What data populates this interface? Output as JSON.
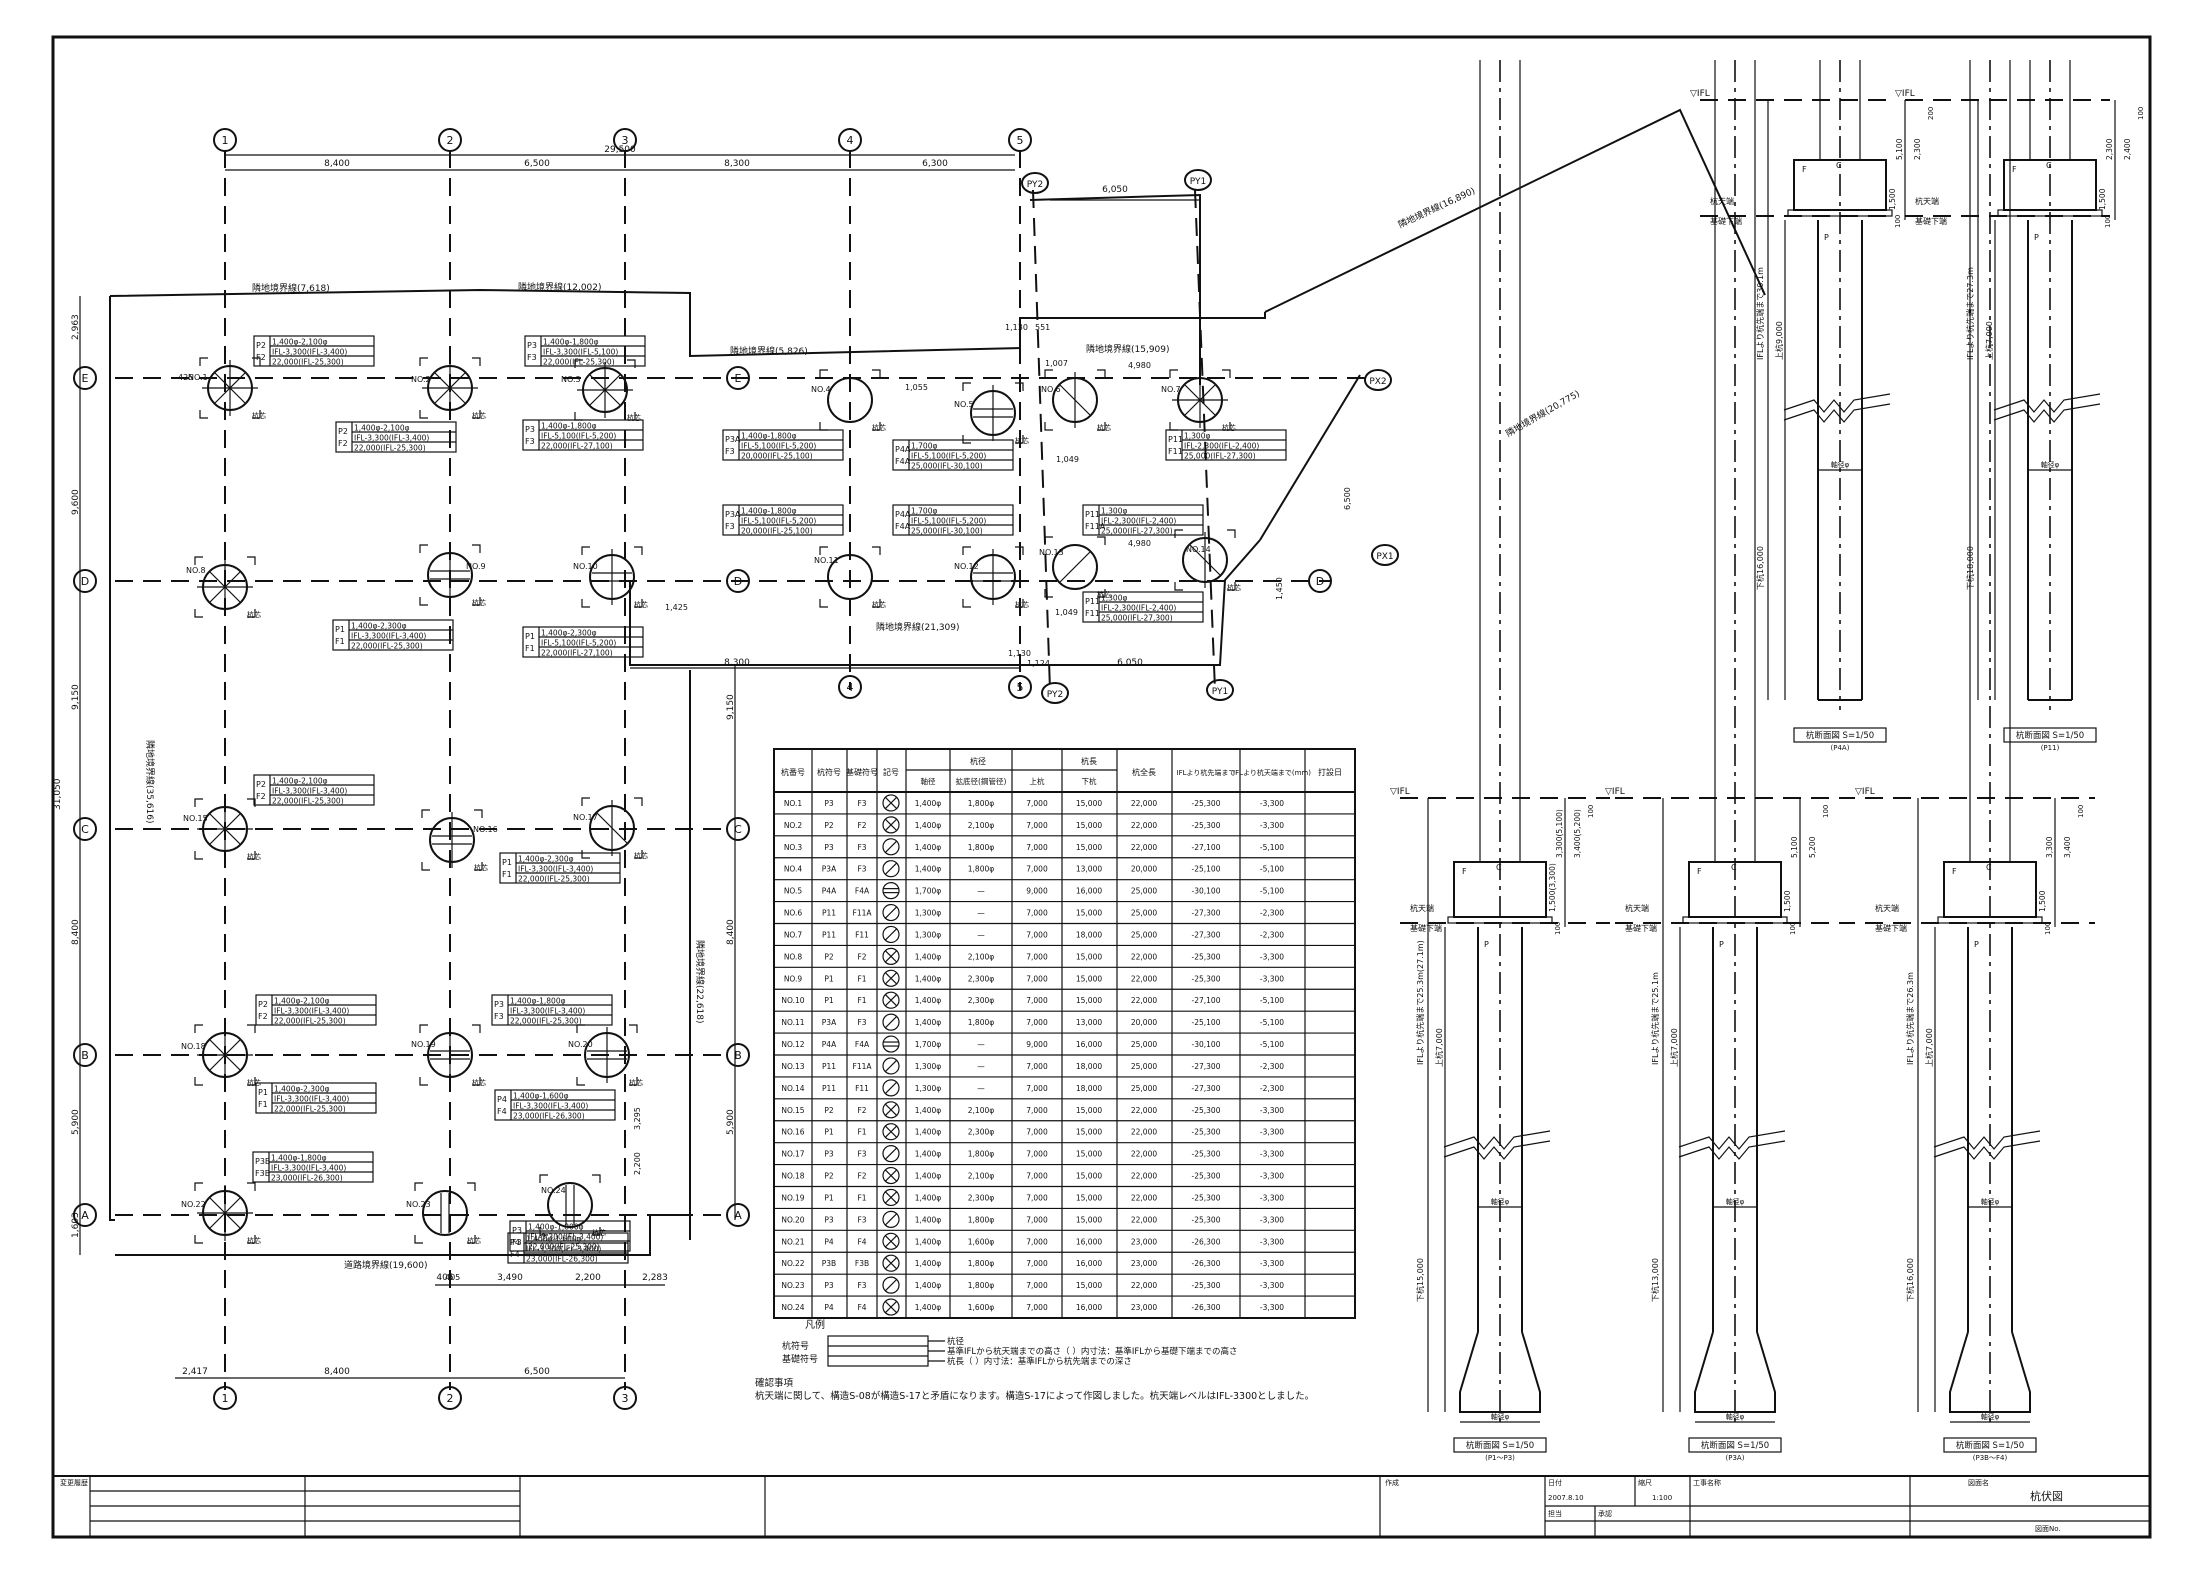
{
  "grid": {
    "columns_top": [
      "1",
      "2",
      "3",
      "4",
      "5"
    ],
    "columns_bottom": [
      "1",
      "2",
      "3",
      "4",
      "5",
      "1",
      "2",
      "3"
    ],
    "rows": [
      "E",
      "D",
      "C",
      "B",
      "A"
    ],
    "py_labels": [
      "PY2",
      "PY1",
      "PY2",
      "PY1"
    ],
    "px_labels": [
      "PX2",
      "PX1"
    ],
    "dims_top": [
      "8,400",
      "6,500",
      "8,300",
      "6,300"
    ],
    "dim_top_total": "29,500",
    "dims_mid": [
      "8,300",
      "6,050"
    ],
    "dims_bottom": [
      "2,417",
      "8,400",
      "6,500"
    ],
    "dims_bottom2": [
      "405",
      "3,490",
      "2,200",
      "2,283"
    ],
    "dims_left": [
      "2,963",
      "9,600",
      "9,150",
      "8,400",
      "5,900",
      "1,603"
    ],
    "dim_left_total": "31,050",
    "dims_right": [
      "9,150",
      "8,400",
      "5,900"
    ],
    "py_dim": "6,050",
    "misc_dims": [
      "1,130",
      "551",
      "4,980",
      "1,007",
      "4,980",
      "1,049",
      "1,049",
      "1,124",
      "1,130",
      "1,425",
      "1,055",
      "6,500",
      "3,295",
      "2,200",
      "1,450",
      "405",
      "425"
    ]
  },
  "boundaries": {
    "b1": "隣地境界線(7,618)",
    "b2": "隣地境界線(12,002)",
    "b3": "隣地境界線(5,826)",
    "b4": "隣地境界線(15,909)",
    "b5": "隣地境界線(16,890)",
    "b6": "隣地境界線(20,775)",
    "b7": "隣地境界線(21,309)",
    "b8": "道路境界線(19,600)",
    "b9": "隣地境界線(35,616)",
    "b10": "隣地境界線(22,618)"
  },
  "piles": [
    {
      "no": "NO.1"
    },
    {
      "no": "NO.2"
    },
    {
      "no": "NO.3"
    },
    {
      "no": "NO.4"
    },
    {
      "no": "NO.5"
    },
    {
      "no": "NO.6"
    },
    {
      "no": "NO.7"
    },
    {
      "no": "NO.8"
    },
    {
      "no": "NO.9"
    },
    {
      "no": "NO.10"
    },
    {
      "no": "NO.11"
    },
    {
      "no": "NO.12"
    },
    {
      "no": "NO.13"
    },
    {
      "no": "NO.14"
    },
    {
      "no": "NO.15"
    },
    {
      "no": "NO.16"
    },
    {
      "no": "NO.17"
    },
    {
      "no": "NO.18"
    },
    {
      "no": "NO.19"
    },
    {
      "no": "NO.20"
    },
    {
      "no": "NO.22"
    },
    {
      "no": "NO.23"
    },
    {
      "no": "NO.24"
    }
  ],
  "pile_center_mark": "杭芯",
  "spec_boxes": [
    {
      "p": "P2",
      "f": "F2",
      "l1": "1,400φ-2,100φ",
      "l2": "IFL-3,300(IFL-3,400)",
      "l3": "22,000(IFL-25,300)"
    },
    {
      "p": "P3",
      "f": "F3",
      "l1": "1,400φ-1,800φ",
      "l2": "IFL-3,300(IFL-5,100)",
      "l3": "22,000(IFL-25,300)"
    },
    {
      "p": "P3",
      "f": "F3",
      "l1": "1,400φ-1,800φ",
      "l2": "IFL-5,100(IFL-5,200)",
      "l3": "22,000(IFL-27,100)"
    },
    {
      "p": "P2",
      "f": "F2",
      "l1": "1,400φ-2,100φ",
      "l2": "IFL-3,300(IFL-3,400)",
      "l3": "22,000(IFL-25,300)"
    },
    {
      "p": "P3A",
      "f": "F3",
      "l1": "1,400φ-1,800φ",
      "l2": "IFL-5,100(IFL-5,200)",
      "l3": "20,000(IFL-25,100)"
    },
    {
      "p": "P4A",
      "f": "F4A",
      "l1": "1,700φ",
      "l2": "IFL-5,100(IFL-5,200)",
      "l3": "25,000(IFL-30,100)"
    },
    {
      "p": "P11",
      "f": "F11",
      "l1": "1,300φ",
      "l2": "IFL-2,300(IFL-2,400)",
      "l3": "25,000(IFL-27,300)"
    },
    {
      "p": "P1",
      "f": "F1",
      "l1": "1,400φ-2,300φ",
      "l2": "IFL-3,300(IFL-3,400)",
      "l3": "22,000(IFL-25,300)"
    },
    {
      "p": "P1",
      "f": "F1",
      "l1": "1,400φ-2,300φ",
      "l2": "IFL-5,100(IFL-5,200)",
      "l3": "22,000(IFL-27,100)"
    },
    {
      "p": "P3A",
      "f": "F3",
      "l1": "1,400φ-1,800φ",
      "l2": "IFL-5,100(IFL-5,200)",
      "l3": "20,000(IFL-25,100)"
    },
    {
      "p": "P4A",
      "f": "F4A",
      "l1": "1,700φ",
      "l2": "IFL-5,100(IFL-5,200)",
      "l3": "25,000(IFL-30,100)"
    },
    {
      "p": "P11",
      "f": "F11A",
      "l1": "1,300φ",
      "l2": "IFL-2,300(IFL-2,400)",
      "l3": "25,000(IFL-27,300)"
    },
    {
      "p": "P11",
      "f": "F11",
      "l1": "1,300φ",
      "l2": "IFL-2,300(IFL-2,400)",
      "l3": "25,000(IFL-27,300)"
    },
    {
      "p": "P2",
      "f": "F2",
      "l1": "1,400φ-2,100φ",
      "l2": "IFL-3,300(IFL-3,400)",
      "l3": "22,000(IFL-25,300)"
    },
    {
      "p": "P1",
      "f": "F1",
      "l1": "1,400φ-2,300φ",
      "l2": "IFL-3,300(IFL-3,400)",
      "l3": "22,000(IFL-25,300)"
    },
    {
      "p": "P2",
      "f": "F2",
      "l1": "1,400φ-2,100φ",
      "l2": "IFL-3,300(IFL-3,400)",
      "l3": "22,000(IFL-25,300)"
    },
    {
      "p": "P3",
      "f": "F3",
      "l1": "1,400φ-1,800φ",
      "l2": "IFL-3,300(IFL-3,400)",
      "l3": "22,000(IFL-25,300)"
    },
    {
      "p": "P1",
      "f": "F1",
      "l1": "1,400φ-2,300φ",
      "l2": "IFL-3,300(IFL-3,400)",
      "l3": "22,000(IFL-25,300)"
    },
    {
      "p": "P4",
      "f": "F4",
      "l1": "1,400φ-1,600φ",
      "l2": "IFL-3,300(IFL-3,400)",
      "l3": "23,000(IFL-26,300)"
    },
    {
      "p": "P3B",
      "f": "F3B",
      "l1": "1,400φ-1,800φ",
      "l2": "IFL-3,300(IFL-3,400)",
      "l3": "23,000(IFL-26,300)"
    },
    {
      "p": "P3",
      "f": "F3",
      "l1": "1,400φ-1,800φ",
      "l2": "IFL-3,300(IFL-3,400)",
      "l3": "22,000(IFL-25,300)"
    },
    {
      "p": "P4",
      "f": "F4",
      "l1": "1,400φ-1,600φ",
      "l2": "IFL-3,300(IFL-3,400)",
      "l3": "23,000(IFL-26,300)"
    }
  ],
  "table": {
    "headers": [
      "杭番号",
      "杭符号",
      "基礎符号",
      "記号",
      "杭径",
      "杭長",
      "杭全長",
      "IFLより杭先端まで",
      "IFLより杭天端まで(mm)",
      "打設日"
    ],
    "sub_headers": [
      "軸径",
      "拡底径(鋼管径)",
      "上杭",
      "下杭"
    ],
    "rows": [
      [
        "NO.1",
        "P3",
        "F3",
        "1,400φ",
        "1,800φ",
        "7,000",
        "15,000",
        "22,000",
        "-25,300",
        "-3,300"
      ],
      [
        "NO.2",
        "P2",
        "F2",
        "1,400φ",
        "2,100φ",
        "7,000",
        "15,000",
        "22,000",
        "-25,300",
        "-3,300"
      ],
      [
        "NO.3",
        "P3",
        "F3",
        "1,400φ",
        "1,800φ",
        "7,000",
        "15,000",
        "22,000",
        "-27,100",
        "-5,100"
      ],
      [
        "NO.4",
        "P3A",
        "F3",
        "1,400φ",
        "1,800φ",
        "7,000",
        "13,000",
        "20,000",
        "-25,100",
        "-5,100"
      ],
      [
        "NO.5",
        "P4A",
        "F4A",
        "1,700φ",
        "—",
        "9,000",
        "16,000",
        "25,000",
        "-30,100",
        "-5,100"
      ],
      [
        "NO.6",
        "P11",
        "F11A",
        "1,300φ",
        "—",
        "7,000",
        "15,000",
        "25,000",
        "-27,300",
        "-2,300"
      ],
      [
        "NO.7",
        "P11",
        "F11",
        "1,300φ",
        "—",
        "7,000",
        "18,000",
        "25,000",
        "-27,300",
        "-2,300"
      ],
      [
        "NO.8",
        "P2",
        "F2",
        "1,400φ",
        "2,100φ",
        "7,000",
        "15,000",
        "22,000",
        "-25,300",
        "-3,300"
      ],
      [
        "NO.9",
        "P1",
        "F1",
        "1,400φ",
        "2,300φ",
        "7,000",
        "15,000",
        "22,000",
        "-25,300",
        "-3,300"
      ],
      [
        "NO.10",
        "P1",
        "F1",
        "1,400φ",
        "2,300φ",
        "7,000",
        "15,000",
        "22,000",
        "-27,100",
        "-5,100"
      ],
      [
        "NO.11",
        "P3A",
        "F3",
        "1,400φ",
        "1,800φ",
        "7,000",
        "13,000",
        "20,000",
        "-25,100",
        "-5,100"
      ],
      [
        "NO.12",
        "P4A",
        "F4A",
        "1,700φ",
        "—",
        "9,000",
        "16,000",
        "25,000",
        "-30,100",
        "-5,100"
      ],
      [
        "NO.13",
        "P11",
        "F11A",
        "1,300φ",
        "—",
        "7,000",
        "18,000",
        "25,000",
        "-27,300",
        "-2,300"
      ],
      [
        "NO.14",
        "P11",
        "F11",
        "1,300φ",
        "—",
        "7,000",
        "18,000",
        "25,000",
        "-27,300",
        "-2,300"
      ],
      [
        "NO.15",
        "P2",
        "F2",
        "1,400φ",
        "2,100φ",
        "7,000",
        "15,000",
        "22,000",
        "-25,300",
        "-3,300"
      ],
      [
        "NO.16",
        "P1",
        "F1",
        "1,400φ",
        "2,300φ",
        "7,000",
        "15,000",
        "22,000",
        "-25,300",
        "-3,300"
      ],
      [
        "NO.17",
        "P3",
        "F3",
        "1,400φ",
        "1,800φ",
        "7,000",
        "15,000",
        "22,000",
        "-25,300",
        "-3,300"
      ],
      [
        "NO.18",
        "P2",
        "F2",
        "1,400φ",
        "2,100φ",
        "7,000",
        "15,000",
        "22,000",
        "-25,300",
        "-3,300"
      ],
      [
        "NO.19",
        "P1",
        "F1",
        "1,400φ",
        "2,300φ",
        "7,000",
        "15,000",
        "22,000",
        "-25,300",
        "-3,300"
      ],
      [
        "NO.20",
        "P3",
        "F3",
        "1,400φ",
        "1,800φ",
        "7,000",
        "15,000",
        "22,000",
        "-25,300",
        "-3,300"
      ],
      [
        "NO.21",
        "P4",
        "F4",
        "1,400φ",
        "1,600φ",
        "7,000",
        "16,000",
        "23,000",
        "-26,300",
        "-3,300"
      ],
      [
        "NO.22",
        "P3B",
        "F3B",
        "1,400φ",
        "1,800φ",
        "7,000",
        "16,000",
        "23,000",
        "-26,300",
        "-3,300"
      ],
      [
        "NO.23",
        "P3",
        "F3",
        "1,400φ",
        "1,800φ",
        "7,000",
        "15,000",
        "22,000",
        "-25,300",
        "-3,300"
      ],
      [
        "NO.24",
        "P4",
        "F4",
        "1,400φ",
        "1,600φ",
        "7,000",
        "16,000",
        "23,000",
        "-26,300",
        "-3,300"
      ]
    ]
  },
  "legend": {
    "title": "凡例",
    "pile_label": "杭符号",
    "base_label": "基礎符号",
    "line1": "杭径",
    "line2": "基準IFLから杭天端までの高さ（ ）内寸法：基準IFLから基礎下端までの高さ",
    "line3": "杭長（ ）内寸法：基準IFLから杭先端までの深さ"
  },
  "notes": {
    "title": "確認事項",
    "text": "杭天端に関して、構造S-08が構造S-17と矛盾になります。構造S-17によって作図しました。杭天端レベルはIFL-3300としました。"
  },
  "sections": [
    {
      "title": "杭断面図 S=1/50",
      "sub": "(P4A)",
      "ifl": "▽IFL",
      "tip": "杭天端",
      "base": "基礎下端",
      "top_len": "上杭9,000",
      "bottom_len": "下杭16,000",
      "depth": "IFLより杭先端まで30.1m",
      "neck": "軸径φ",
      "dims": [
        "5,100",
        "1,500",
        "2,300",
        "200",
        "100"
      ]
    },
    {
      "title": "杭断面図 S=1/50",
      "sub": "(P11)",
      "ifl": "▽IFL",
      "tip": "杭天端",
      "base": "基礎下端",
      "top_len": "上杭7,000",
      "bottom_len": "下杭18,000",
      "depth": "IFLより杭先端まで27.3m",
      "neck": "軸径φ",
      "dims": [
        "2,300",
        "1,500",
        "2,400",
        "100",
        "100"
      ]
    },
    {
      "title": "杭断面図 S=1/50",
      "sub": "(P1〜P3)",
      "ifl": "▽IFL",
      "tip": "杭天端",
      "base": "基礎下端",
      "top_len": "上杭7,000",
      "bottom_len": "下杭15,000",
      "depth": "IFLより杭先端まで25.3m(27.1m)",
      "neck": "軸径φ",
      "dims": [
        "3,300(5,100)",
        "1,500(3,300)",
        "3,400(5,200)",
        "100",
        "100"
      ]
    },
    {
      "title": "杭断面図 S=1/50",
      "sub": "(P3A)",
      "ifl": "▽IFL",
      "tip": "杭天端",
      "base": "基礎下端",
      "top_len": "上杭7,000",
      "bottom_len": "下杭13,000",
      "depth": "IFLより杭先端まで25.1m",
      "neck": "軸径φ",
      "dims": [
        "5,100",
        "1,500",
        "5,200",
        "100",
        "100"
      ]
    },
    {
      "title": "杭断面図 S=1/50",
      "sub": "(P3B〜F4)",
      "ifl": "▽IFL",
      "tip": "杭天端",
      "base": "基礎下端",
      "top_len": "上杭7,000",
      "bottom_len": "下杭16,000",
      "depth": "IFLより杭先端まで26.3m",
      "neck": "軸径φ",
      "dims": [
        "3,300",
        "1,500",
        "3,400",
        "100",
        "100"
      ]
    }
  ],
  "title_block": {
    "change_record": "変更履歴",
    "drawing_no_label": "図面名",
    "scale_label": "縮尺",
    "date_label": "日付",
    "date_value": "2007.8.10",
    "scale_value": "1:100",
    "project_label": "工事名称",
    "designer_label": "作成",
    "checked_label": "担当",
    "approved_label": "承認",
    "name_label": "図面名",
    "drawing_title": "杭伏図",
    "drawing_number_label": "図面No."
  }
}
